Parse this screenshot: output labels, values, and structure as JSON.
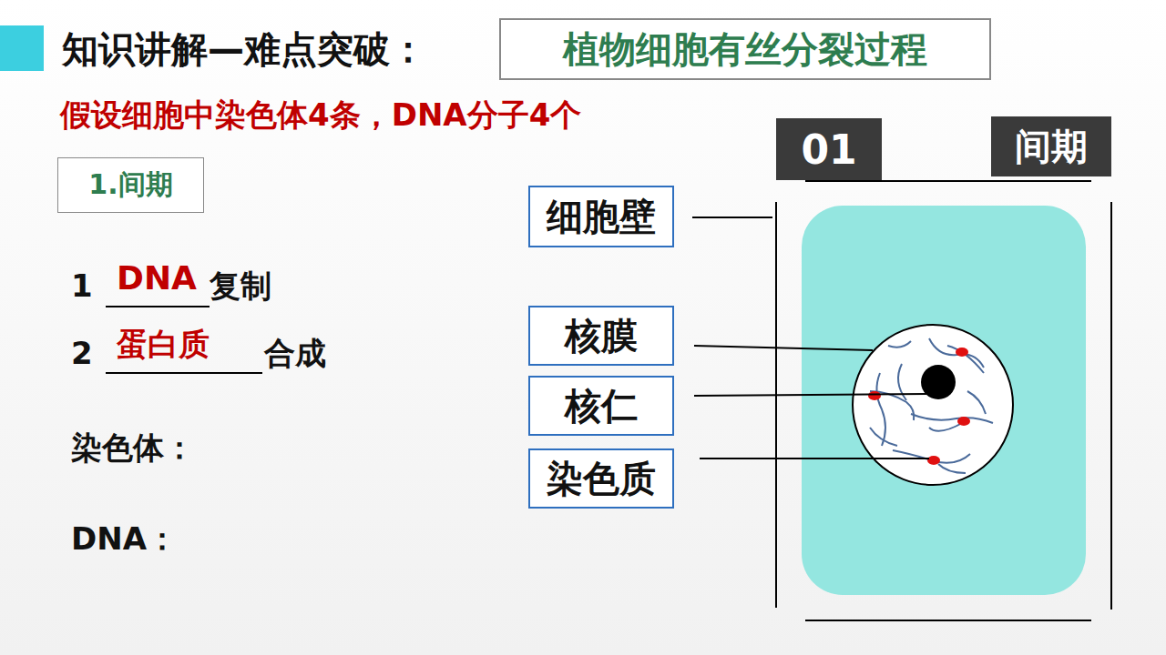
{
  "diagram": {
    "title": "知识讲解—难点突破：",
    "nodes": [
      {
        "text": [
          "植物细胞有丝分裂过程"
        ]
      },
      {
        "text": [
          "1.间期"
        ]
      },
      {
        "text": [
          "01"
        ]
      },
      {
        "text": [
          "间期"
        ]
      },
      {
        "text": [
          "细胞壁"
        ]
      },
      {
        "text": [
          "核膜"
        ]
      },
      {
        "text": [
          "核仁"
        ]
      },
      {
        "text": [
          "染色质"
        ]
      }
    ],
    "edges": [],
    "labels": [
      "假设细胞中染色体4条，DNA分子4个",
      "1",
      "DNA",
      "复制",
      "2",
      "蛋白质",
      "合成",
      "染色体：",
      "DNA："
    ]
  }
}
